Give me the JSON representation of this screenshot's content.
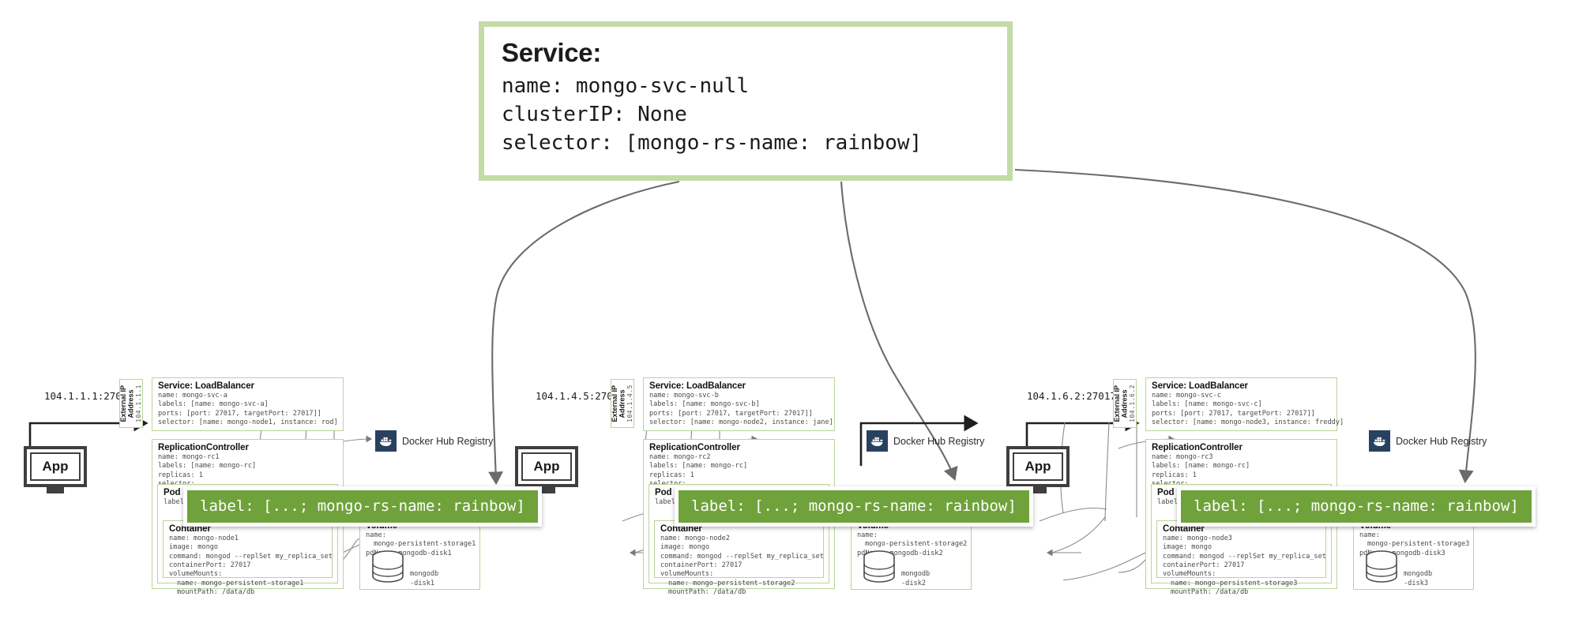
{
  "header": {
    "title": "Service:",
    "lines": [
      "name: mongo-svc-null",
      "clusterIP: None",
      "selector: [mongo-rs-name: rainbow]"
    ],
    "border_color": "#c3dba6"
  },
  "banner": {
    "text": "label: [...; mongo-rs-name: rainbow]",
    "background": "#6fa23a",
    "text_color": "#ffffff"
  },
  "labels": {
    "app": "App",
    "external_ip_title": "External IP Address",
    "external_ip_title_line1": "External IP",
    "external_ip_title_line2": "Address",
    "docker_registry": "Docker Hub Registry",
    "service_title": "Service: LoadBalancer",
    "rc_title": "ReplicationController",
    "pod_title": "Pod",
    "container_title": "Container",
    "volume_title": "Volume"
  },
  "clusters": [
    {
      "id": "cluster-a",
      "ip_port": "104.1.1.1:27017",
      "external_ip": "104.1.1.1",
      "service": {
        "title": "Service: LoadBalancer",
        "lines": [
          "name: mongo-svc-a",
          "labels: [name: mongo-svc-a]",
          "ports: [port: 27017, targetPort: 27017]]",
          "selector: [name: mongo-node1, instance: rod]"
        ]
      },
      "replication_controller": {
        "title": "ReplicationController",
        "lines": [
          "name: mongo-rc1",
          "labels: [name: mongo-rc]",
          "replicas: 1",
          "selector:"
        ]
      },
      "pod": {
        "title": "Pod",
        "lines": [
          "labels:"
        ]
      },
      "container": {
        "title": "Container",
        "lines": [
          "name: mongo-node1",
          "image: mongo",
          "command: mongod --replSet my_replica_set",
          "containerPort: 27017",
          "volumeMounts:"
        ],
        "indented_lines": [
          "name: mongo-persistent-storage1",
          "mountPath: /data/db"
        ]
      },
      "volume": {
        "title": "Volume",
        "lines": [
          "name:",
          "mongo-persistent-storage1",
          "pdName: mongodb-disk1"
        ],
        "disk_label_line1": "mongodb",
        "disk_label_line2": "-disk1"
      }
    },
    {
      "id": "cluster-b",
      "ip_port": "104.1.4.5:27017",
      "external_ip": "104.1.4.5",
      "service": {
        "title": "Service: LoadBalancer",
        "lines": [
          "name: mongo-svc-b",
          "labels: [name: mongo-svc-b]",
          "ports: [port: 27017, targetPort: 27017]]",
          "selector: [name: mongo-node2, instance: jane]"
        ]
      },
      "replication_controller": {
        "title": "ReplicationController",
        "lines": [
          "name: mongo-rc2",
          "labels: [name: mongo-rc]",
          "replicas: 1",
          "selector:"
        ]
      },
      "pod": {
        "title": "Pod",
        "lines": [
          "labels:"
        ]
      },
      "container": {
        "title": "Container",
        "lines": [
          "name: mongo-node2",
          "image: mongo",
          "command: mongod --replSet my_replica_set",
          "containerPort: 27017",
          "volumeMounts:"
        ],
        "indented_lines": [
          "name: mongo-persistent-storage2",
          "mountPath: /data/db"
        ]
      },
      "volume": {
        "title": "Volume",
        "lines": [
          "name:",
          "mongo-persistent-storage2",
          "pdName: mongodb-disk2"
        ],
        "disk_label_line1": "mongodb",
        "disk_label_line2": "-disk2"
      }
    },
    {
      "id": "cluster-c",
      "ip_port": "104.1.6.2:27017",
      "external_ip": "104.1.6.2",
      "service": {
        "title": "Service: LoadBalancer",
        "lines": [
          "name: mongo-svc-c",
          "labels: [name: mongo-svc-c]",
          "ports: [port: 27017, targetPort: 27017]]",
          "selector: [name: mongo-node3, instance: freddy]"
        ]
      },
      "replication_controller": {
        "title": "ReplicationController",
        "lines": [
          "name: mongo-rc3",
          "labels: [name: mongo-rc]",
          "replicas: 1",
          "selector:"
        ]
      },
      "pod": {
        "title": "Pod",
        "lines": [
          "labels:"
        ]
      },
      "container": {
        "title": "Container",
        "lines": [
          "name: mongo-node3",
          "image: mongo",
          "command: mongod --replSet my_replica_set",
          "containerPort: 27017",
          "volumeMounts:"
        ],
        "indented_lines": [
          "name: mongo-persistent-storage3",
          "mountPath: /data/db"
        ]
      },
      "volume": {
        "title": "Volume",
        "lines": [
          "name:",
          "mongo-persistent-storage3",
          "pdName: mongodb-disk3"
        ],
        "disk_label_line1": "mongodb",
        "disk_label_line2": "-disk3"
      }
    }
  ]
}
